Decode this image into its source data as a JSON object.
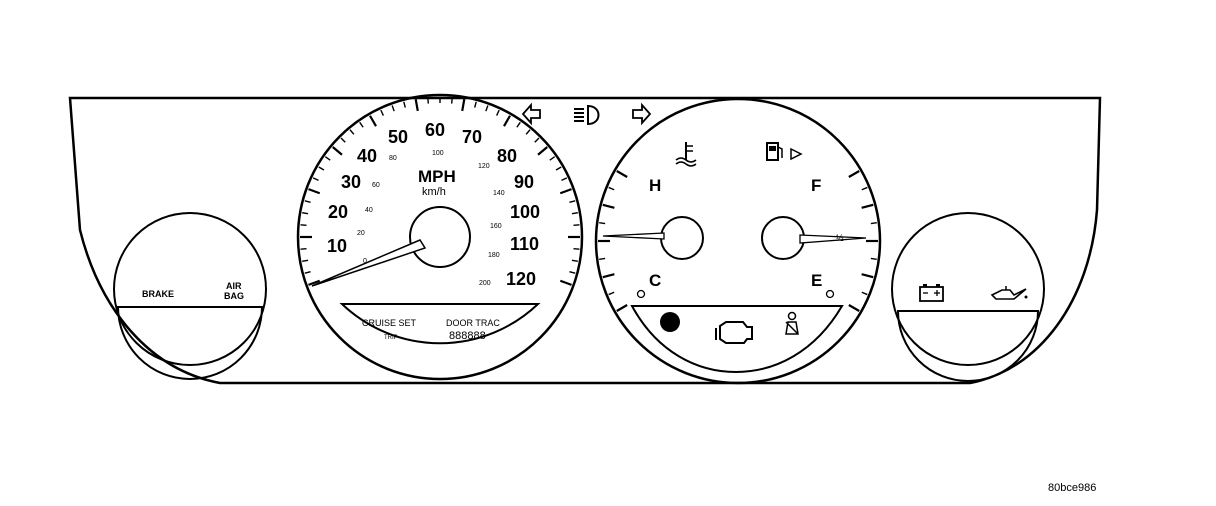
{
  "speedometer": {
    "unit_primary": "MPH",
    "unit_secondary": "km/h",
    "mph_labels": [
      "10",
      "20",
      "30",
      "40",
      "50",
      "60",
      "70",
      "80",
      "90",
      "100",
      "110",
      "120"
    ],
    "kmh_labels": [
      "0",
      "20",
      "40",
      "60",
      "80",
      "100",
      "120",
      "140",
      "160",
      "180",
      "200"
    ],
    "display_left_label": "CRUISE SET",
    "display_left_sub": "TRIP",
    "display_right_label": "DOOR TRAC",
    "display_digits": "888888"
  },
  "left_pod": {
    "brake_label": "BRAKE",
    "airbag_label_line1": "AIR",
    "airbag_label_line2": "BAG"
  },
  "temp_gauge": {
    "hot_label": "H",
    "cold_label": "C"
  },
  "fuel_gauge": {
    "full_label": "F",
    "empty_label": "E",
    "half_label": "½"
  },
  "indicators": {
    "left_turn": "left-arrow-icon",
    "high_beam": "high-beam-icon",
    "right_turn": "right-arrow-icon",
    "coolant": "coolant-temp-icon",
    "fuel": "fuel-pump-icon",
    "check_engine": "check-engine-icon",
    "seatbelt": "seatbelt-icon",
    "battery": "battery-icon",
    "oil": "oil-can-icon"
  },
  "figure_id": "80bce986"
}
